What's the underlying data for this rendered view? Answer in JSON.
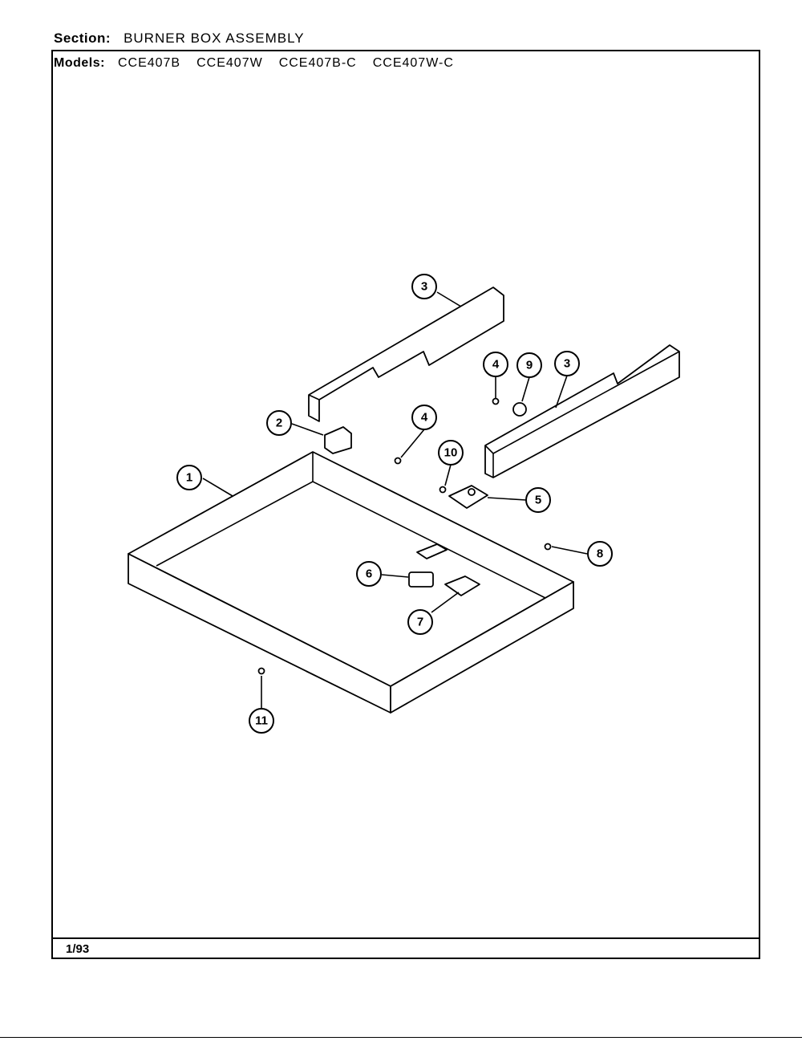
{
  "header": {
    "section_label": "Section:",
    "section_value": "BURNER BOX ASSEMBLY",
    "models_label": "Models:",
    "models": [
      "CCE407B",
      "CCE407W",
      "CCE407B-C",
      "CCE407W-C"
    ]
  },
  "footer": {
    "date": "1/93"
  },
  "callouts": [
    "1",
    "2",
    "3",
    "3",
    "4",
    "4",
    "5",
    "6",
    "7",
    "8",
    "9",
    "10",
    "11"
  ]
}
